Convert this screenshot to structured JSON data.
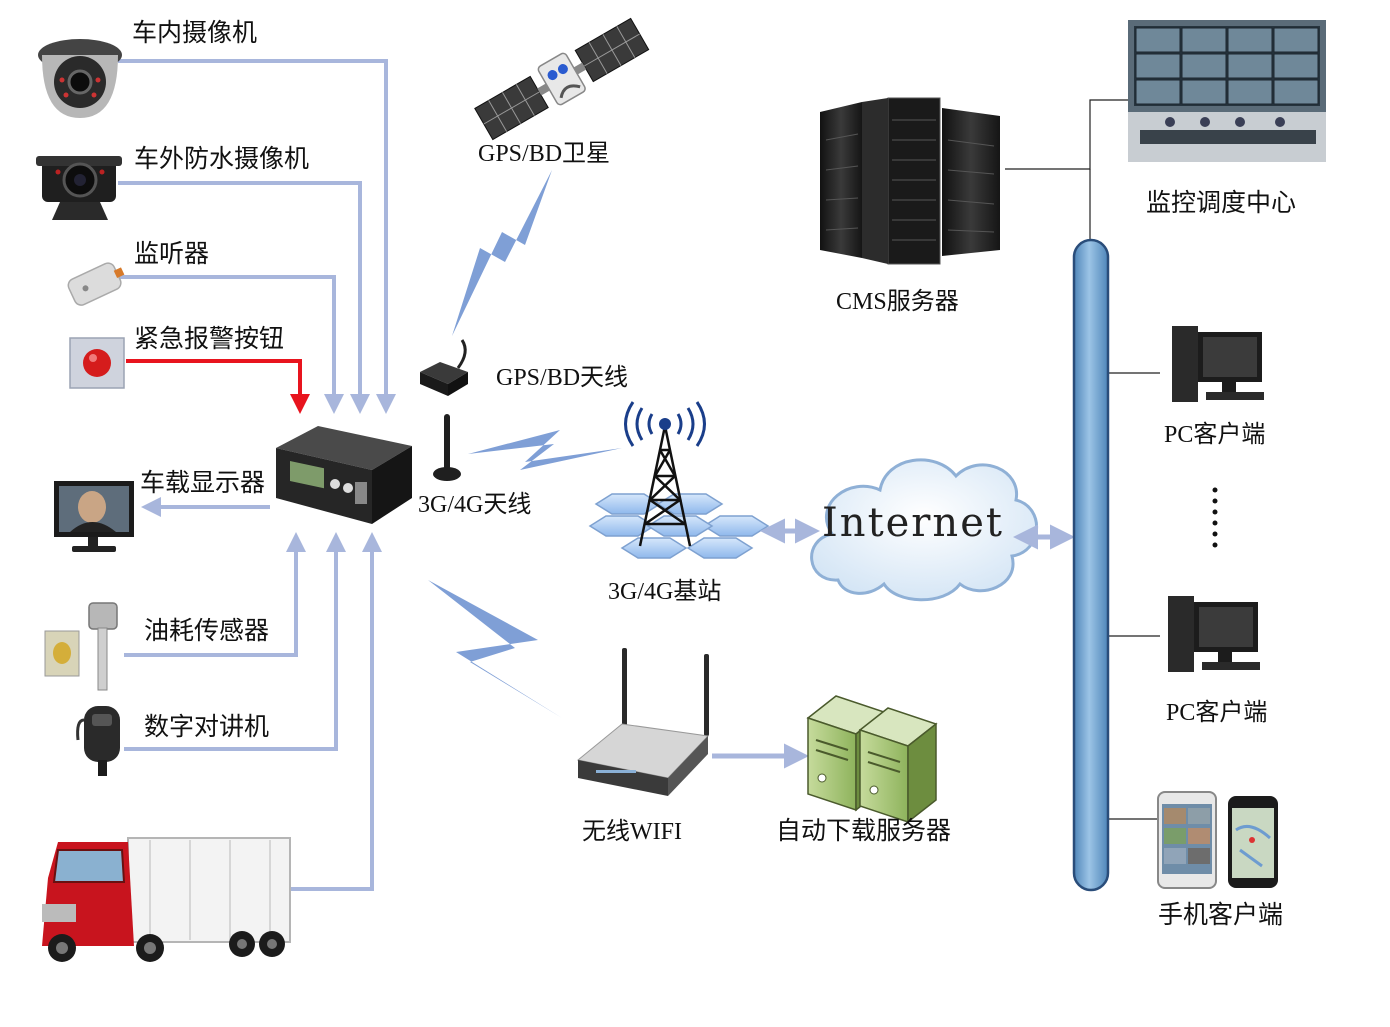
{
  "labels": {
    "in_car_camera": "车内摄像机",
    "outdoor_camera": "车外防水摄像机",
    "listener": "监听器",
    "alarm_button": "紧急报警按钮",
    "vehicle_display": "车载显示器",
    "fuel_sensor": "油耗传感器",
    "digital_radio": "数字对讲机",
    "satellite": "GPS/BD卫星",
    "gps_antenna": "GPS/BD天线",
    "cellular_antenna": "3G/4G天线",
    "base_station": "3G/4G基站",
    "internet": "Internet",
    "cms_server": "CMS服务器",
    "monitoring_center": "监控调度中心",
    "pc_client_1": "PC客户端",
    "pc_client_2": "PC客户端",
    "mobile_client": "手机客户端",
    "wifi": "无线WIFI",
    "download_server": "自动下载服务器"
  },
  "colors": {
    "connector": "#a8b6dc",
    "alarm": "#e8141e",
    "bus_fill": "#7eaed6",
    "bus_stroke": "#2a4d7a",
    "signal": "#7f9fd6",
    "truck_red": "#c8141e",
    "device_body": "#2b2b2b",
    "download_server": "#a7c67b"
  },
  "icons": {
    "in_car_camera": "dome-camera-icon",
    "outdoor_camera": "bullet-camera-icon",
    "listener": "microphone-pickup-icon",
    "alarm_button": "panic-button-icon",
    "vehicle_display": "monitor-icon",
    "fuel_sensor": "fuel-sensor-icon",
    "digital_radio": "handheld-mic-icon",
    "truck": "truck-icon",
    "dvr": "mobile-dvr-icon",
    "satellite": "satellite-icon",
    "gps_antenna": "gps-antenna-icon",
    "cellular_antenna": "cellular-antenna-icon",
    "base_station": "cell-tower-icon",
    "internet": "cloud-icon",
    "cms_server": "server-rack-icon",
    "monitoring_center": "control-room-icon",
    "pc_client": "desktop-pc-icon",
    "mobile_client": "smartphone-icon",
    "wifi": "wifi-router-icon",
    "download_server": "server-icon",
    "ellipsis": "vertical-ellipsis-icon"
  }
}
